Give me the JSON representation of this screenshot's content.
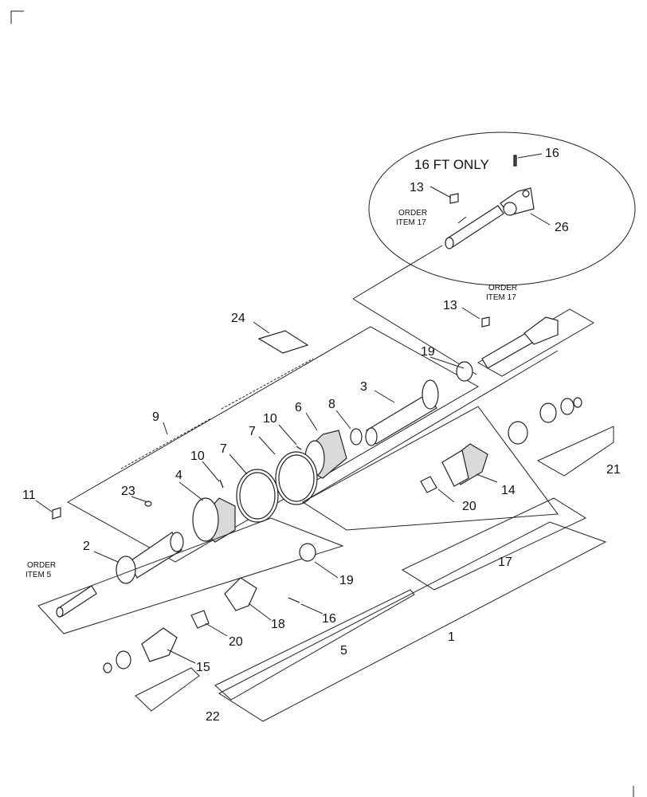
{
  "diagram": {
    "inset_title": "16 FT ONLY",
    "order_item_17": [
      "ORDER",
      "ITEM 17"
    ],
    "order_item_5": [
      "ORDER",
      "ITEM 5"
    ],
    "callouts": {
      "c1": "1",
      "c2": "2",
      "c3": "3",
      "c4": "4",
      "c5": "5",
      "c6": "6",
      "c7a": "7",
      "c7b": "7",
      "c8": "8",
      "c9": "9",
      "c10a": "10",
      "c10b": "10",
      "c11": "11",
      "c13a": "13",
      "c13b": "13",
      "c14": "14",
      "c15": "15",
      "c16a": "16",
      "c16b": "16",
      "c17": "17",
      "c18": "18",
      "c19a": "19",
      "c19b": "19",
      "c20a": "20",
      "c20b": "20",
      "c21": "21",
      "c22": "22",
      "c23": "23",
      "c24": "24",
      "c26": "26"
    }
  }
}
